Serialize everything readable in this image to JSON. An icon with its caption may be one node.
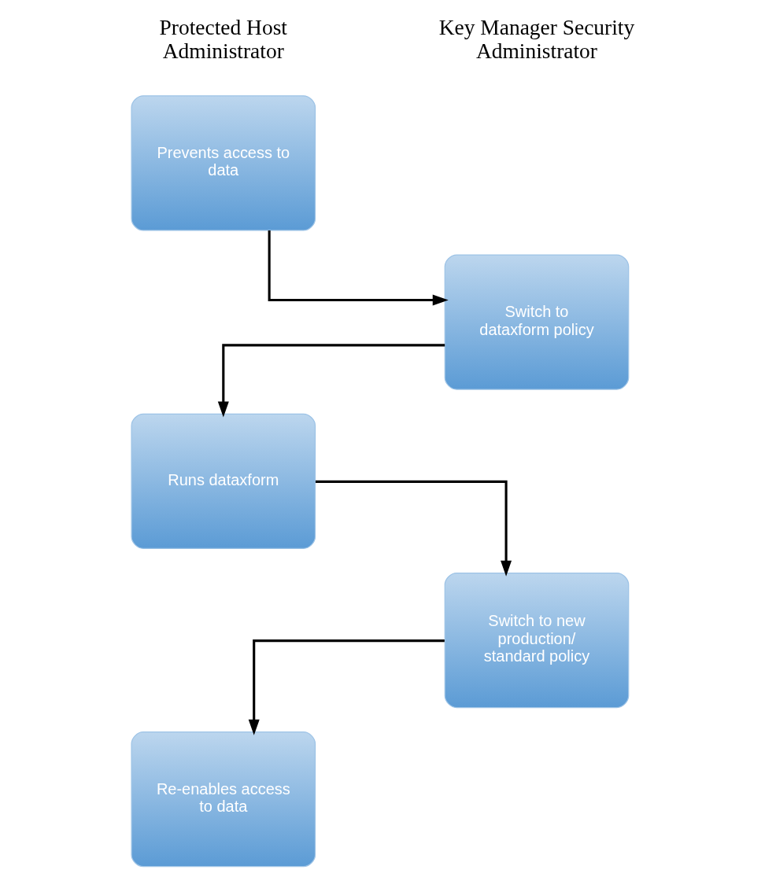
{
  "diagram": {
    "nodes": [
      {
        "text": [
          "Prevents access to data"
        ]
      },
      {
        "text": [
          "Switch to dataxform policy"
        ]
      },
      {
        "text": [
          "Runs dataxform"
        ]
      },
      {
        "text": [
          "Switch to new production/ standard policy"
        ]
      },
      {
        "text": [
          "Re-enables access to data"
        ]
      }
    ],
    "edges": [
      {
        "from": 0,
        "to": 1,
        "arrow": "to"
      },
      {
        "from": 1,
        "to": 2,
        "arrow": "to"
      },
      {
        "from": 2,
        "to": 3,
        "arrow": "to"
      },
      {
        "from": 3,
        "to": 4,
        "arrow": "to"
      }
    ],
    "labels": [
      "Protected Host Administrator",
      "Key Manager Security Administrator"
    ]
  }
}
